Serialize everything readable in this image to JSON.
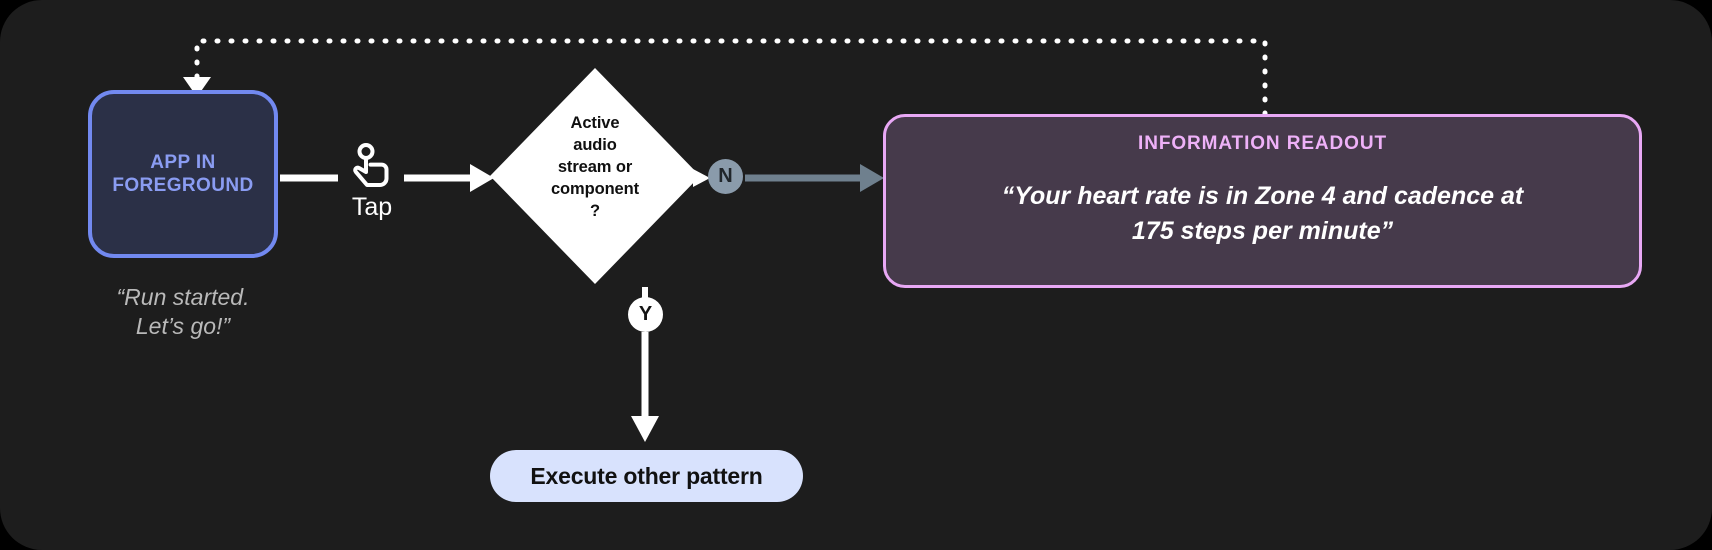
{
  "canvas": {
    "background_color": "#1d1d1d",
    "outside_color": "#000000"
  },
  "nodes": {
    "app_box": {
      "label_line1": "APP IN",
      "label_line2": "FOREGROUND",
      "text_color": "#8a9cf2",
      "border_color": "#7289f0",
      "fill_color": "#2b3047"
    },
    "app_caption": {
      "line1": "“Run started.",
      "line2": "Let’s go!”",
      "text_color": "#b9b9b9"
    },
    "tap": {
      "icon": "tap-gesture-icon",
      "label": "Tap"
    },
    "decision": {
      "line1": "Active",
      "line2": "audio",
      "line3": "stream or",
      "line4": "component",
      "line5": "?",
      "fill_color": "#ffffff",
      "text_color": "#101010"
    },
    "badge_no": {
      "label": "N",
      "fill_color": "#8a9bab",
      "text_color": "#20262b"
    },
    "badge_yes": {
      "label": "Y",
      "fill_color": "#ffffff",
      "text_color": "#141414"
    },
    "pill": {
      "label": "Execute other pattern",
      "fill_color": "#d8e2fd",
      "text_color": "#111111"
    },
    "readout": {
      "title": "INFORMATION READOUT",
      "body_line1": "“Your heart rate is in Zone 4 and cadence at",
      "body_line2": "175 steps per minute”",
      "title_color": "#eeb1f8",
      "border_color": "#e8a8f5",
      "fill_color": "#463a4b",
      "body_color": "#ffffff"
    }
  },
  "connectors": {
    "app_to_tap_color": "#ffffff",
    "tap_to_diamond_color": "#ffffff",
    "no_branch_color": "#6f808e",
    "yes_branch_color": "#ffffff",
    "feedback_loop_color": "#ffffff",
    "feedback_loop_style": "dotted"
  }
}
